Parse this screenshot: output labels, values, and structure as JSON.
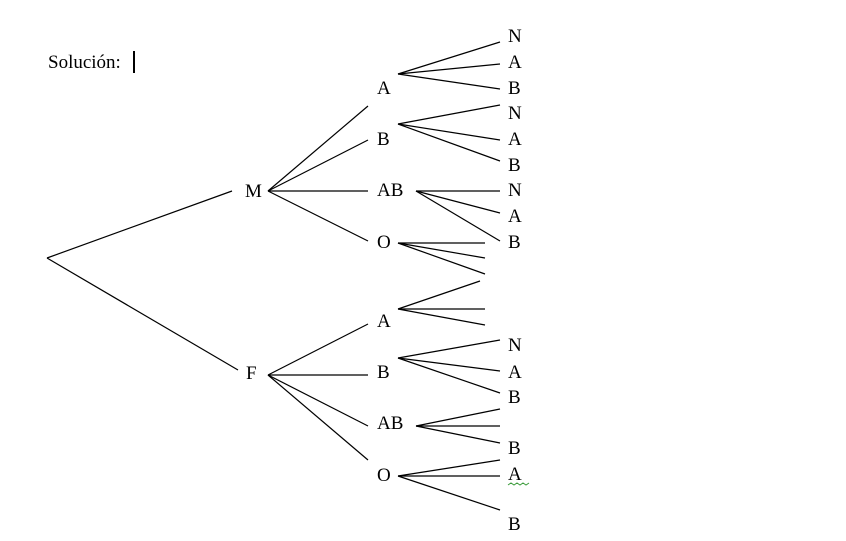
{
  "solution_label": "Solución:",
  "tree": {
    "level1": [
      "M",
      "F"
    ],
    "m_children": [
      "A",
      "B",
      "AB",
      "O"
    ],
    "f_children": [
      "A",
      "B",
      "AB",
      "O"
    ],
    "m_a_leaves": [
      "N",
      "A",
      "B"
    ],
    "m_b_leaves": [
      "N",
      "A",
      "B"
    ],
    "m_ab_leaves": [
      "N",
      "A",
      "B"
    ],
    "f_b_leaves": [
      "N",
      "A",
      "B"
    ],
    "f_ab_leaves": [
      "B"
    ],
    "f_o_leaves": [
      "A",
      "B"
    ]
  }
}
